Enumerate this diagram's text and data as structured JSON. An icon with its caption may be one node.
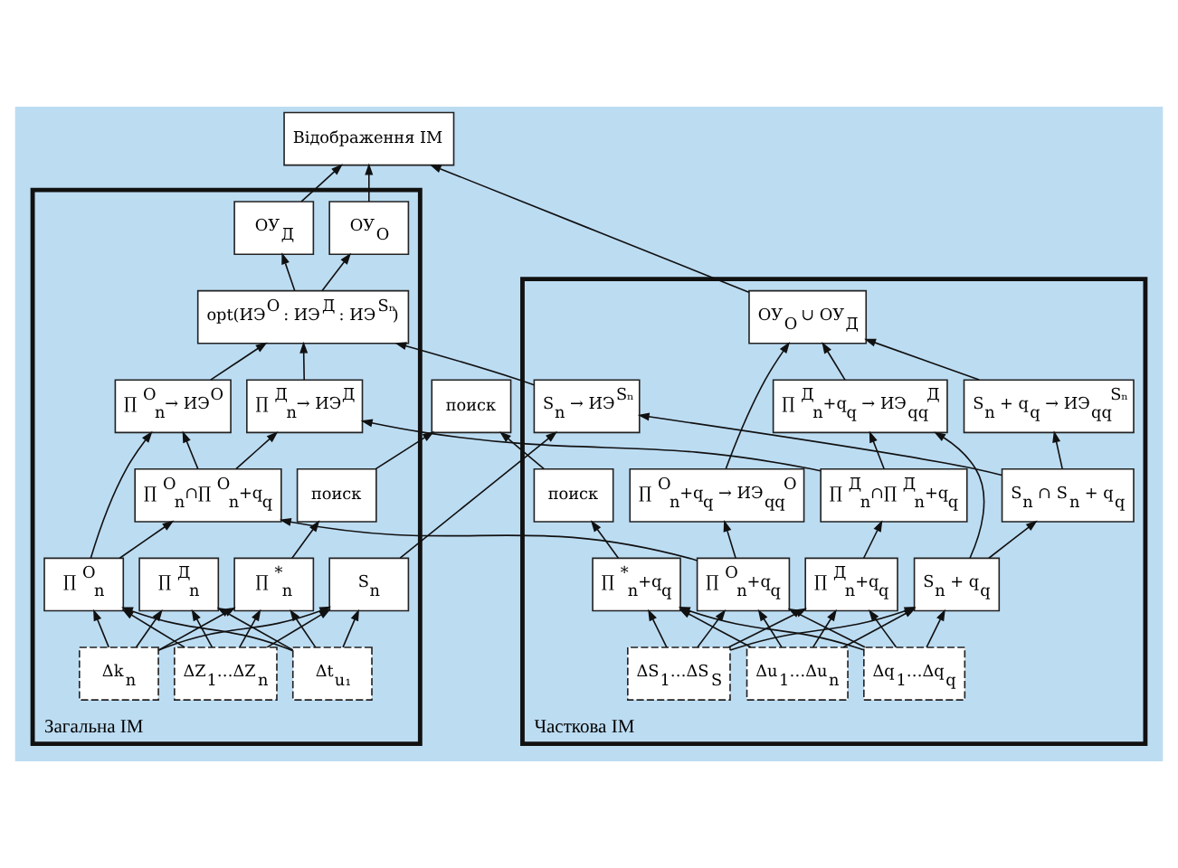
{
  "diagram": {
    "nodes": [
      {
        "text": [
          "Загальна ІМ"
        ]
      },
      {
        "text": [
          "Часткова ІМ"
        ]
      },
      {
        "text": [
          "Відображення ІМ"
        ]
      },
      {
        "text": [
          "ОУ$_{О}$"
        ],
        "in": 0
      },
      {
        "text": [
          "ОУ$_{Д}$"
        ],
        "in": 0
      },
      {
        "text": [
          "opt(ИЭ$^{О}$ : ИЭ$^{Д}$ : ИЭ$^{Sₙ}$)"
        ],
        "in": 0
      },
      {
        "text": [
          "∏ $^{О}$$_{n}$→ ИЭ$^{О}$"
        ],
        "in": 0
      },
      {
        "text": [
          "∏ $^{Д}$$_{n}$→ ИЭ$^{Д}$"
        ],
        "in": 0
      },
      {
        "text": [
          "∏ $^{О}$$_{n}$∩∏ $^{О}$$_{n}$+q$_{q}$"
        ],
        "in": 0
      },
      {
        "text": [
          "поиск"
        ],
        "in": 0
      },
      {
        "text": [
          "∏ $^{О}$$_{n}$"
        ],
        "in": 0
      },
      {
        "text": [
          "∏ $^{Д}$$_{n}$"
        ],
        "in": 0
      },
      {
        "text": [
          "∏ $^{*}$$_{n}$"
        ],
        "in": 0
      },
      {
        "text": [
          "S$_{n}$"
        ],
        "in": 0
      },
      {
        "text": [
          "Δk$_{n}$"
        ],
        "in": 0
      },
      {
        "text": [
          "Δt$_{u₁}$"
        ],
        "in": 0
      },
      {
        "text": [
          "ΔZ$_{1}$…ΔZ$_{n}$"
        ],
        "in": 0
      },
      {
        "text": [
          "ОУ$_{О}$ ∪ ОУ$_{Д}$"
        ],
        "in": 1
      },
      {
        "text": [
          "∏ $^{О}$$_{n}$+q$_{q}$ → ИЭ$_{qq}$$^{О}$"
        ],
        "in": 1
      },
      {
        "text": [
          "∏ $^{Д}$$_{n}$+q$_{q}$ → ИЭ$_{qq}$$^{Д}$"
        ],
        "in": 1
      },
      {
        "text": [
          "S$_{n}$ → ИЭ$^{Sₙ}$"
        ],
        "in": 1
      },
      {
        "text": [
          "S$_{n}$ + q$_{q}$ → ИЭ$_{qq}$$^{Sₙ}$"
        ],
        "in": 1
      },
      {
        "text": [
          "∏ $^{Д}$$_{n}$∩∏ $^{Д}$$_{n}$+q$_{q}$"
        ],
        "in": 1
      },
      {
        "text": [
          "S$_{n}$ ∩ S$_{n}$ + q$_{q}$"
        ],
        "in": 1
      },
      {
        "text": [
          "поиск"
        ]
      },
      {
        "text": [
          "поиск"
        ],
        "in": 1
      },
      {
        "text": [
          "∏ $^{О}$$_{n}$+q$_{q}$"
        ],
        "in": 1
      },
      {
        "text": [
          "∏ $^{Д}$$_{n}$+q$_{q}$"
        ],
        "in": 1
      },
      {
        "text": [
          "∏ $^{*}$$_{n}$+q$_{q}$"
        ],
        "in": 1
      },
      {
        "text": [
          "S$_{n}$ + q$_{q}$"
        ],
        "in": 1
      },
      {
        "text": [
          "Δu$_{1}$…Δu$_{n}$"
        ],
        "in": 1
      },
      {
        "text": [
          "ΔS$_{1}$…ΔS$_{S}$"
        ],
        "in": 1
      },
      {
        "text": [
          "Δq$_{1}$…Δq$_{q}$"
        ],
        "in": 1
      }
    ],
    "edges": [
      {
        "from": 3,
        "to": 2,
        "arrow": "to"
      },
      {
        "from": 4,
        "to": 2,
        "arrow": "to"
      },
      {
        "from": 17,
        "to": 2,
        "arrow": "to"
      },
      {
        "from": 5,
        "to": 3,
        "arrow": "to"
      },
      {
        "from": 5,
        "to": 4,
        "arrow": "to"
      },
      {
        "from": 6,
        "to": 5,
        "arrow": "to"
      },
      {
        "from": 7,
        "to": 5,
        "arrow": "to"
      },
      {
        "from": 20,
        "to": 5,
        "arrow": "to"
      },
      {
        "from": 18,
        "to": 17,
        "arrow": "to"
      },
      {
        "from": 19,
        "to": 17,
        "arrow": "to"
      },
      {
        "from": 21,
        "to": 17,
        "arrow": "to"
      },
      {
        "from": 10,
        "to": 6,
        "arrow": "to"
      },
      {
        "from": 8,
        "to": 6,
        "arrow": "to"
      },
      {
        "from": 8,
        "to": 7,
        "arrow": "to"
      },
      {
        "from": 10,
        "to": 8,
        "arrow": "to"
      },
      {
        "from": 26,
        "to": 8,
        "arrow": "to"
      },
      {
        "from": 12,
        "to": 9,
        "arrow": "to"
      },
      {
        "from": 9,
        "to": 24,
        "arrow": "to"
      },
      {
        "from": 25,
        "to": 24,
        "arrow": "to"
      },
      {
        "from": 28,
        "to": 25,
        "arrow": "to"
      },
      {
        "from": 22,
        "to": 7,
        "arrow": "to"
      },
      {
        "from": 22,
        "to": 19,
        "arrow": "to"
      },
      {
        "from": 23,
        "to": 20,
        "arrow": "to"
      },
      {
        "from": 23,
        "to": 21,
        "arrow": "to"
      },
      {
        "from": 13,
        "to": 20,
        "arrow": "to"
      },
      {
        "from": 27,
        "to": 22,
        "arrow": "to"
      },
      {
        "from": 29,
        "to": 23,
        "arrow": "to"
      },
      {
        "from": 29,
        "to": 19,
        "arrow": "to"
      },
      {
        "from": 26,
        "to": 18,
        "arrow": "to"
      },
      {
        "from": 14,
        "to": 10,
        "arrow": "to"
      },
      {
        "from": 14,
        "to": 11,
        "arrow": "to"
      },
      {
        "from": 14,
        "to": 12,
        "arrow": "to"
      },
      {
        "from": 14,
        "to": 13,
        "arrow": "to"
      },
      {
        "from": 15,
        "to": 10,
        "arrow": "to"
      },
      {
        "from": 15,
        "to": 11,
        "arrow": "to"
      },
      {
        "from": 15,
        "to": 12,
        "arrow": "to"
      },
      {
        "from": 15,
        "to": 13,
        "arrow": "to"
      },
      {
        "from": 16,
        "to": 10,
        "arrow": "to"
      },
      {
        "from": 16,
        "to": 11,
        "arrow": "to"
      },
      {
        "from": 16,
        "to": 12,
        "arrow": "to"
      },
      {
        "from": 16,
        "to": 13,
        "arrow": "to"
      },
      {
        "from": 30,
        "to": 26,
        "arrow": "to"
      },
      {
        "from": 30,
        "to": 27,
        "arrow": "to"
      },
      {
        "from": 30,
        "to": 28,
        "arrow": "to"
      },
      {
        "from": 30,
        "to": 29,
        "arrow": "to"
      },
      {
        "from": 31,
        "to": 26,
        "arrow": "to"
      },
      {
        "from": 31,
        "to": 27,
        "arrow": "to"
      },
      {
        "from": 31,
        "to": 28,
        "arrow": "to"
      },
      {
        "from": 31,
        "to": 29,
        "arrow": "to"
      },
      {
        "from": 32,
        "to": 26,
        "arrow": "to"
      },
      {
        "from": 32,
        "to": 27,
        "arrow": "to"
      },
      {
        "from": 32,
        "to": 28,
        "arrow": "to"
      },
      {
        "from": 32,
        "to": 29,
        "arrow": "to"
      }
    ]
  }
}
